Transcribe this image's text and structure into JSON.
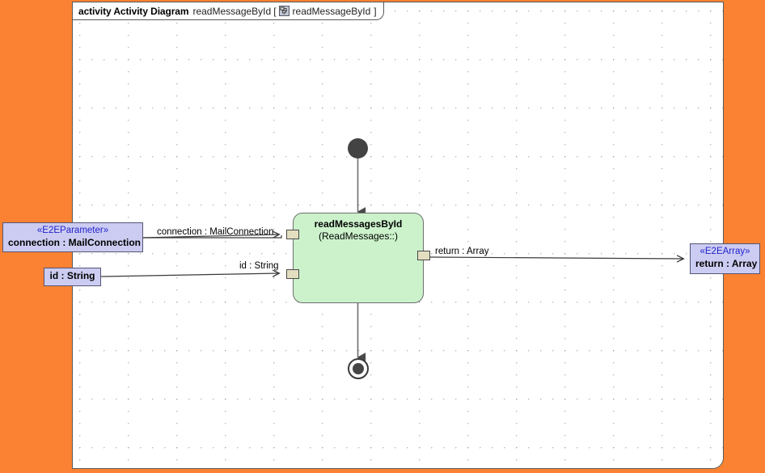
{
  "canvas": {
    "background_color": "#FA8232",
    "frame_background": "#FFFFFF",
    "grid": "dotted"
  },
  "header": {
    "kind": "activity Activity Diagram",
    "name": "readMessageById",
    "bracket_open": "[",
    "icon": "activity-diagram-icon",
    "reference": "readMessageById",
    "bracket_close": "]"
  },
  "nodes": {
    "initial": {
      "name": "initial-node",
      "shape": "filled-circle",
      "color": "#434343"
    },
    "final": {
      "name": "activity-final-node",
      "shape": "circle-in-circle",
      "color": "#454545"
    },
    "action": {
      "title": "readMessagesById",
      "subtitle": "(ReadMessages::)",
      "fill_color": "#CCF2CC",
      "border_color": "#6E6E6E"
    }
  },
  "pins": [
    {
      "name": "input-pin-connection",
      "side": "left",
      "fill_color": "#E3DEC0"
    },
    {
      "name": "input-pin-id",
      "side": "left",
      "fill_color": "#E3DEC0"
    },
    {
      "name": "output-pin-return",
      "side": "right",
      "fill_color": "#E3DEC0"
    }
  ],
  "objects": [
    {
      "id": "connection",
      "stereotype": "«E2EParameter»",
      "label": "connection : MailConnection",
      "fill_color": "#CCCCF2",
      "stereotype_color": "#2222CC"
    },
    {
      "id": "id",
      "stereotype": "",
      "label": "id : String",
      "fill_color": "#CCCCF2",
      "stereotype_color": "#2222CC"
    },
    {
      "id": "return",
      "stereotype": "«E2EArray»",
      "label": "return : Array",
      "fill_color": "#CCCCF2",
      "stereotype_color": "#2222CC"
    }
  ],
  "edge_labels": {
    "connection": "connection : MailConnection",
    "id": "id : String",
    "return": "return : Array"
  }
}
